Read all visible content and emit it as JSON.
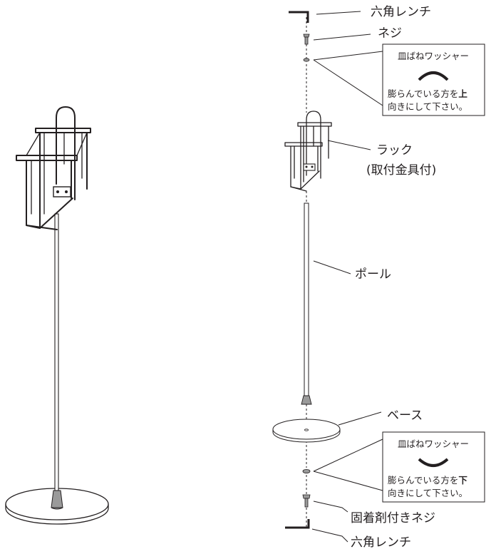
{
  "labels": {
    "hex_wrench_top": "六角レンチ",
    "screw": "ネジ",
    "rack_line1": "ラック",
    "rack_line2": "(取付金具付)",
    "pole": "ポール",
    "base": "ベース",
    "fixing_screw": "固着剤付きネジ",
    "hex_wrench_bottom": "六角レンチ"
  },
  "washer_box_top": {
    "title": "皿ばねワッシャー",
    "line1_prefix": "膨らんでいる方を",
    "line1_bold": "上",
    "line2": "向きにして下さい。"
  },
  "washer_box_bottom": {
    "title": "皿ばねワッシャー",
    "line1_prefix": "膨らんでいる方を",
    "line1_bold": "下",
    "line2": "向きにして下さい。"
  }
}
